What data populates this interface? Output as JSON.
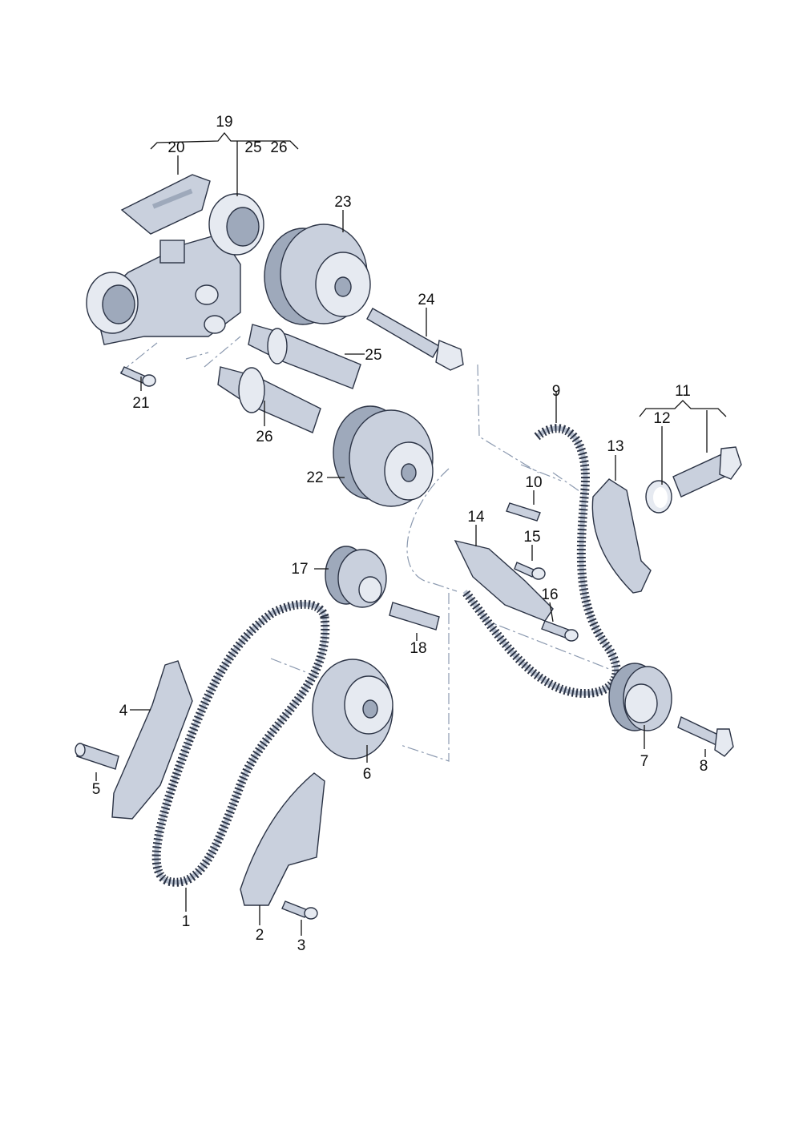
{
  "callouts": {
    "c1": "1",
    "c2": "2",
    "c3": "3",
    "c4": "4",
    "c5": "5",
    "c6": "6",
    "c7": "7",
    "c8": "8",
    "c9": "9",
    "c10": "10",
    "c11": "11",
    "c12": "12",
    "c13": "13",
    "c14": "14",
    "c15": "15",
    "c16": "16",
    "c17": "17",
    "c18": "18",
    "c19": "19",
    "c20": "20",
    "c21": "21",
    "c22": "22",
    "c23": "23",
    "c24": "24",
    "c25a": "25",
    "c25b": "25",
    "c26a": "26",
    "c26b": "26"
  },
  "colors": {
    "part_fill": "#c9d0dd",
    "part_outline": "#2b3345",
    "centerline": "#8c9ab0"
  }
}
